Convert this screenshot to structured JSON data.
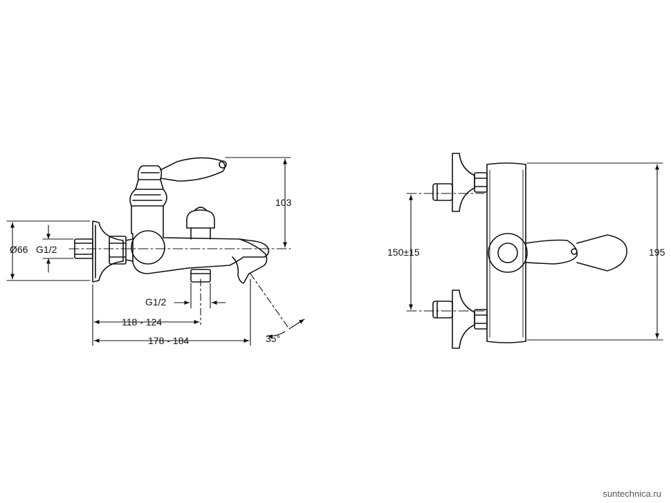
{
  "side_view": {
    "dim_diameter": "Ø66",
    "dim_inlet_thread": "G1/2",
    "dim_height": "103",
    "dim_outlet_thread": "G1/2",
    "dim_short_length": "118 - 124",
    "dim_long_length": "178 - 184",
    "dim_angle": "35°"
  },
  "front_view": {
    "dim_inlet_spacing": "150±15",
    "dim_total_height": "195"
  },
  "watermark": "suntechnica.ru"
}
